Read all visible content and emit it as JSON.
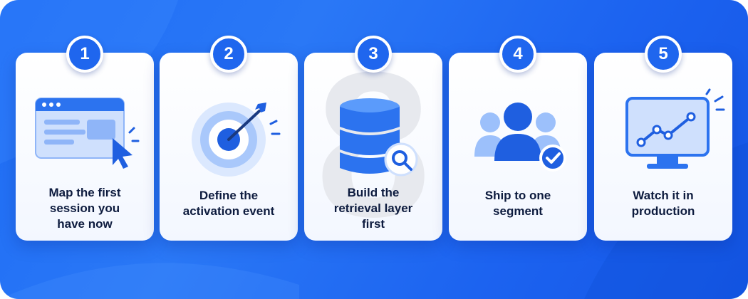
{
  "steps": [
    {
      "number": "1",
      "label_lines": [
        "Map the first",
        "session you",
        "have now"
      ],
      "icon": "browser-window-cursor-icon"
    },
    {
      "number": "2",
      "label_lines": [
        "Define the",
        "activation event"
      ],
      "icon": "target-dart-icon"
    },
    {
      "number": "3",
      "label_lines": [
        "Build the",
        "retrieval layer",
        "first"
      ],
      "icon": "database-search-icon"
    },
    {
      "number": "4",
      "label_lines": [
        "Ship to one",
        "segment"
      ],
      "icon": "user-group-check-icon"
    },
    {
      "number": "5",
      "label_lines": [
        "Watch it in",
        "production"
      ],
      "icon": "monitor-line-chart-icon"
    }
  ],
  "connector_glyph": "›",
  "watermark": "8",
  "colors": {
    "background": "#1f6df5",
    "accent": "#1f66ee",
    "icon_light": "#9cc0fb",
    "text": "#0d1b3e"
  }
}
